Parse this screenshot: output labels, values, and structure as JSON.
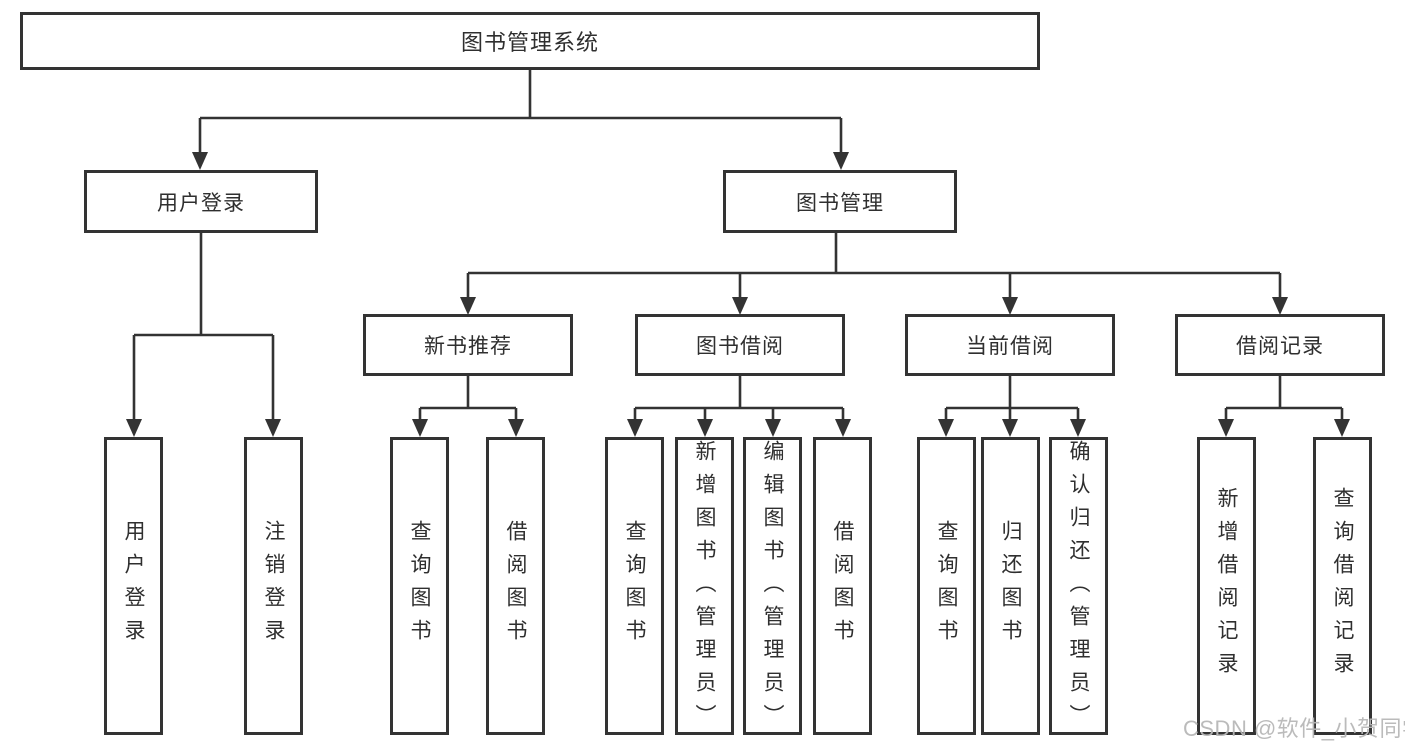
{
  "title": {
    "label": "图书管理系统"
  },
  "nodes": {
    "level2": [
      {
        "label": "用户登录"
      },
      {
        "label": "图书管理"
      }
    ],
    "level3": [
      {
        "label": "新书推荐"
      },
      {
        "label": "图书借阅"
      },
      {
        "label": "当前借阅"
      },
      {
        "label": "借阅记录"
      }
    ],
    "leaves": [
      {
        "label": "用户登录"
      },
      {
        "label": "注销登录"
      },
      {
        "label": "查询图书"
      },
      {
        "label": "借阅图书"
      },
      {
        "label": "查询图书"
      },
      {
        "label": "新增图书（管理员）"
      },
      {
        "label": "编辑图书（管理员）"
      },
      {
        "label": "借阅图书"
      },
      {
        "label": "查询图书"
      },
      {
        "label": "归还图书"
      },
      {
        "label": "确认归还（管理员）"
      },
      {
        "label": "新增借阅记录"
      },
      {
        "label": "查询借阅记录"
      }
    ]
  },
  "watermark": {
    "text": "CSDN @软件_小贺同学"
  },
  "colors": {
    "line": "#333333",
    "text": "#2f2f2f",
    "watermark": "#b7b7b7",
    "background": "#ffffff"
  }
}
